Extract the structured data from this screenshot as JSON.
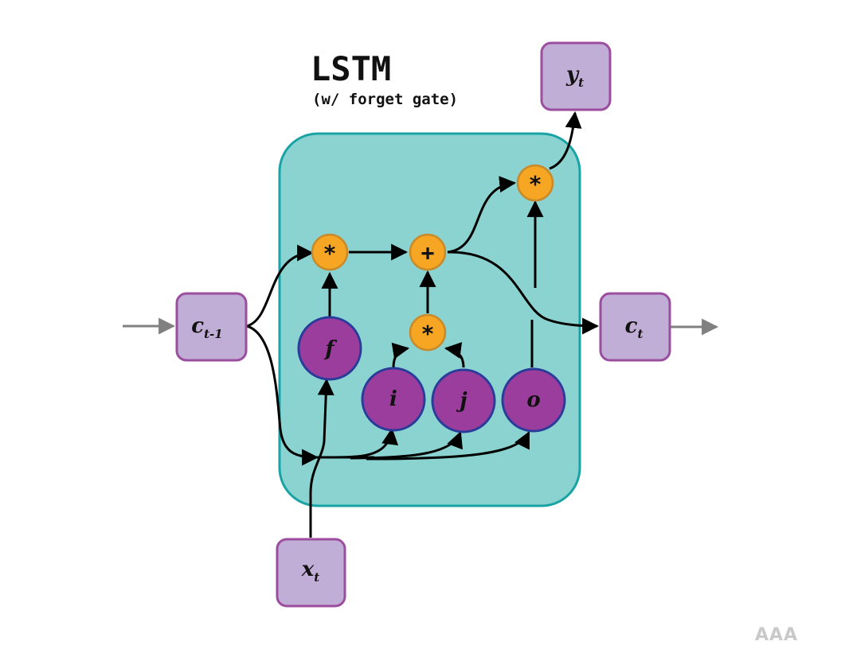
{
  "title": "LSTM",
  "subtitle": "(w/ forget gate)",
  "colors": {
    "cell_fill": "#8bd3d1",
    "cell_stroke": "#1aa3a5",
    "io_box_fill": "#c1aed6",
    "io_box_stroke": "#9b4ea0",
    "gate_fill": "#9b3d9c",
    "gate_stroke": "#2a3c9a",
    "op_fill": "#f6a623",
    "op_stroke": "#c98a2a",
    "arrow": "#000000",
    "external_arrow": "#808080"
  },
  "io": {
    "c_prev": {
      "base": "c",
      "sub": "t-1"
    },
    "c_next": {
      "base": "c",
      "sub": "t"
    },
    "x": {
      "base": "x",
      "sub": "t"
    },
    "y": {
      "base": "y",
      "sub": "t"
    }
  },
  "gates": {
    "f": "f",
    "i": "i",
    "j": "j",
    "o": "o"
  },
  "ops": {
    "mul_forget": "*",
    "add": "+",
    "mul_input": "*",
    "mul_output": "*"
  },
  "watermark": "AAA"
}
